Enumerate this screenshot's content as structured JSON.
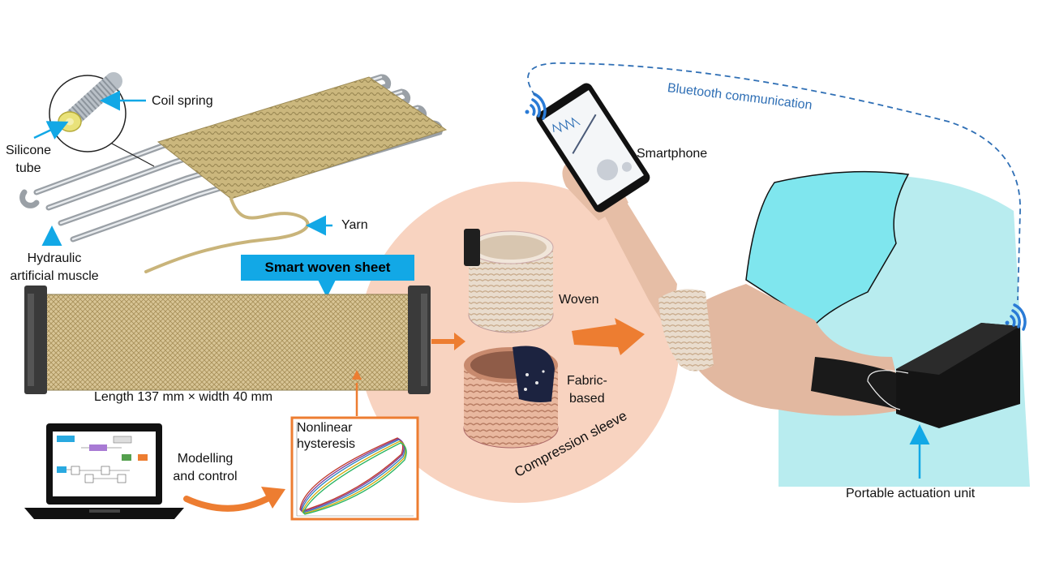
{
  "labels": {
    "coil_spring": "Coil spring",
    "silicone_tube_line1": "Silicone",
    "silicone_tube_line2": "tube",
    "yarn": "Yarn",
    "hydraulic_line1": "Hydraulic",
    "hydraulic_line2": "artificial muscle",
    "smart_woven_sheet": "Smart woven sheet",
    "dimensions": "Length 137 mm × width 40 mm",
    "modelling_line1": "Modelling",
    "modelling_line2": "and control",
    "nonlinear_line1": "Nonlinear",
    "nonlinear_line2": "hysteresis",
    "woven": "Woven",
    "fabric_line1": "Fabric-",
    "fabric_line2": "based",
    "compression_sleeve": "Compression sleeve",
    "smartphone": "Smartphone",
    "bluetooth": "Bluetooth communication",
    "portable_unit": "Portable actuation unit"
  },
  "colors": {
    "accent_blue": "#12a8e6",
    "arrow_orange": "#ed7d31",
    "circle_peach": "#f8d3c0",
    "shirt_cyan": "#8ee8ee",
    "bluetooth_blue": "#2f6fb5",
    "fabric_tan": "#c9b47a",
    "skin": "#e2b8a0"
  },
  "icons": [
    "wifi-icon-phone",
    "wifi-icon-unit",
    "laptop-icon"
  ]
}
